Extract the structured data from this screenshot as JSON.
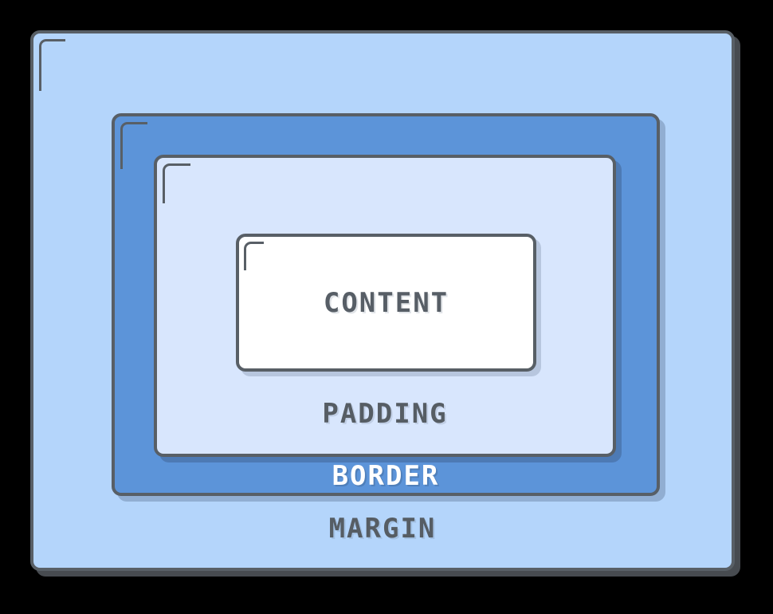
{
  "box_model": {
    "page_background": "#000000",
    "stroke_color": "#585F66",
    "margin": {
      "label": "MARGIN",
      "fill": "#B4D5FB",
      "label_color": "#565D64"
    },
    "border": {
      "label": "BORDER",
      "fill": "#5C94D9",
      "label_color": "#FFFFFF"
    },
    "padding": {
      "label": "PADDING",
      "fill": "#D8E6FD",
      "label_color": "#565D64"
    },
    "content": {
      "label": "CONTENT",
      "fill": "#FFFFFF",
      "label_color": "#575E66"
    }
  }
}
